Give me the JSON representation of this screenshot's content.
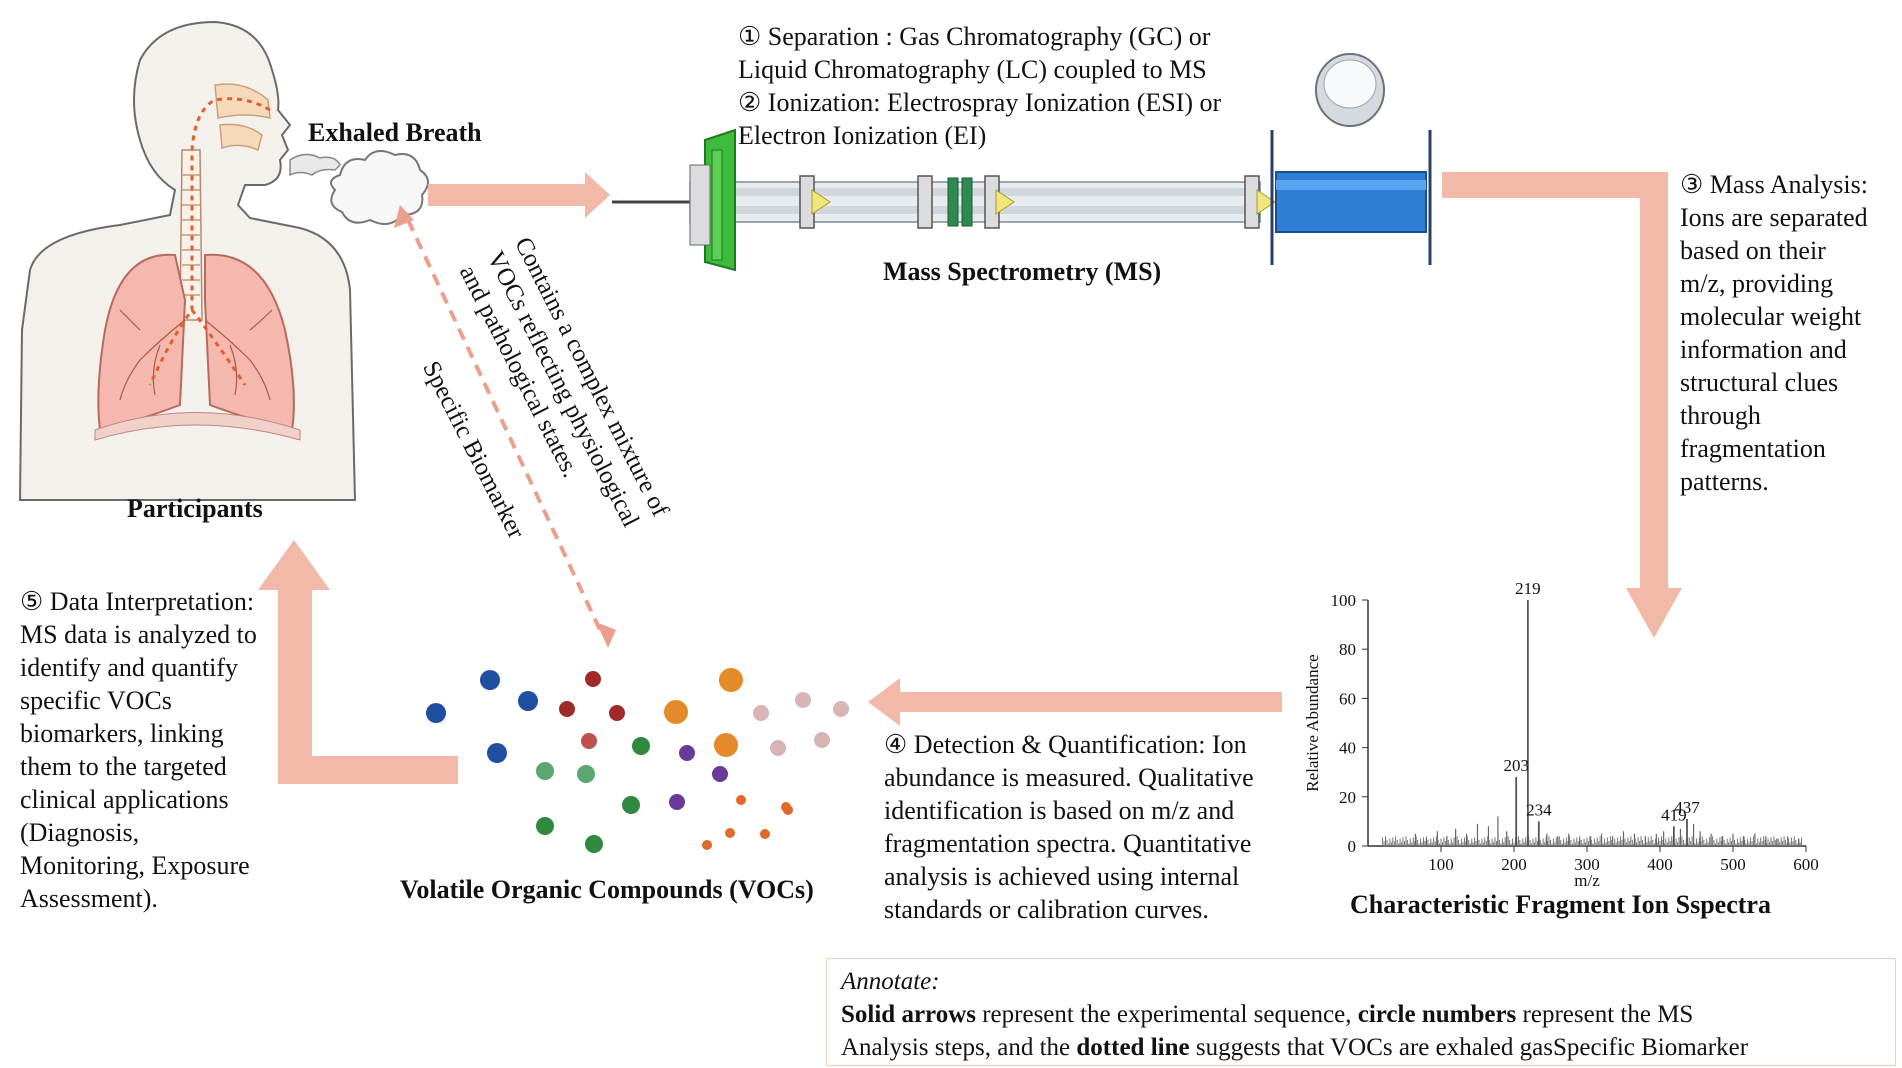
{
  "participants": {
    "label": "Participants"
  },
  "exhaled": {
    "label": "Exhaled Breath"
  },
  "step12": {
    "lines": [
      "① Separation : Gas Chromatography (GC) or",
      "Liquid Chromatography (LC) coupled to MS",
      "② Ionization:  Electrospray Ionization (ESI) or",
      "Electron Ionization (EI)"
    ]
  },
  "ms": {
    "label": "Mass Spectrometry (MS)"
  },
  "step3": {
    "lines": [
      "③ Mass Analysis:",
      "Ions are separated",
      "based on their",
      "m/z, providing",
      "molecular weight",
      "information and",
      "structural clues",
      "through",
      "fragmentation",
      "patterns."
    ]
  },
  "vocs_note": {
    "lines": [
      "Contains a complex mixture of",
      "VOCs reflecting physiological",
      "and pathological states."
    ],
    "biomarker": "Specific Biomarker"
  },
  "step4": {
    "lines": [
      "④ Detection & Quantification: Ion",
      "abundance is measured. Qualitative",
      "identification is based on m/z and",
      "fragmentation spectra. Quantitative",
      "analysis is achieved using internal",
      "standards or calibration curves."
    ]
  },
  "step5": {
    "lines": [
      "⑤ Data Interpretation:",
      "MS data is analyzed to",
      "identify and quantify",
      "specific VOCs",
      "biomarkers, linking",
      "them to the targeted",
      "clinical applications",
      "(Diagnosis,",
      "Monitoring, Exposure",
      "Assessment)."
    ]
  },
  "vocs": {
    "label": "Volatile Organic Compounds (VOCs)"
  },
  "spectrum_title": "Characteristic Fragment Ion Sspectra",
  "annotate": {
    "heading": "Annotate:",
    "line1_b1": "Solid arrows",
    "line1_t1": " represent the experimental sequence, ",
    "line1_b2": "circle numbers",
    "line1_t2": " represent the MS",
    "line2_t1": "Analysis steps, and the ",
    "line2_b1": "dotted line",
    "line2_t2": " suggests that VOCs are exhaled gasSpecific Biomarker"
  },
  "colors": {
    "arrow": "#f2b8a8",
    "arrow_dashed": "#eba08e",
    "lung": "#e89488",
    "skin": "#f3f0ec",
    "ms_blue": "#2f7fd6",
    "ms_green": "#3dbb3a"
  },
  "chart_data": {
    "type": "bar",
    "xlabel": "m/z",
    "ylabel": "Relative Abundance",
    "xlim": [
      0,
      600
    ],
    "ylim": [
      0,
      100
    ],
    "xticks": [
      100,
      200,
      300,
      400,
      500,
      600
    ],
    "yticks": [
      0,
      20,
      40,
      60,
      80,
      100
    ],
    "peaks": [
      {
        "mz": 219,
        "value": 100,
        "label": "219"
      },
      {
        "mz": 203,
        "value": 28,
        "label": "203"
      },
      {
        "mz": 234,
        "value": 10,
        "label": "234"
      },
      {
        "mz": 419,
        "value": 8,
        "label": "419"
      },
      {
        "mz": 437,
        "value": 11,
        "label": "437"
      }
    ],
    "minor_peaks": [
      {
        "mz": 65,
        "value": 5
      },
      {
        "mz": 80,
        "value": 3
      },
      {
        "mz": 95,
        "value": 6
      },
      {
        "mz": 108,
        "value": 4
      },
      {
        "mz": 120,
        "value": 7
      },
      {
        "mz": 135,
        "value": 5
      },
      {
        "mz": 150,
        "value": 9
      },
      {
        "mz": 165,
        "value": 8
      },
      {
        "mz": 178,
        "value": 12
      },
      {
        "mz": 190,
        "value": 6
      },
      {
        "mz": 245,
        "value": 5
      },
      {
        "mz": 260,
        "value": 4
      },
      {
        "mz": 275,
        "value": 5
      },
      {
        "mz": 290,
        "value": 3
      },
      {
        "mz": 305,
        "value": 4
      },
      {
        "mz": 320,
        "value": 5
      },
      {
        "mz": 335,
        "value": 4
      },
      {
        "mz": 350,
        "value": 6
      },
      {
        "mz": 365,
        "value": 5
      },
      {
        "mz": 380,
        "value": 4
      },
      {
        "mz": 395,
        "value": 5
      },
      {
        "mz": 405,
        "value": 6
      },
      {
        "mz": 428,
        "value": 7
      },
      {
        "mz": 446,
        "value": 9
      },
      {
        "mz": 455,
        "value": 6
      },
      {
        "mz": 470,
        "value": 5
      },
      {
        "mz": 485,
        "value": 4
      },
      {
        "mz": 500,
        "value": 5
      },
      {
        "mz": 515,
        "value": 4
      },
      {
        "mz": 530,
        "value": 5
      },
      {
        "mz": 545,
        "value": 4
      },
      {
        "mz": 560,
        "value": 3
      },
      {
        "mz": 575,
        "value": 4
      },
      {
        "mz": 590,
        "value": 3
      }
    ]
  },
  "voc_dots": [
    {
      "color": "#1f4fa0"
    },
    {
      "color": "#1f4fa0"
    },
    {
      "color": "#1f4fa0"
    },
    {
      "color": "#1f4fa0"
    },
    {
      "color": "#a02a2a"
    },
    {
      "color": "#a02a2a"
    },
    {
      "color": "#a02a2a"
    },
    {
      "color": "#c05050"
    },
    {
      "color": "#e58a2a"
    },
    {
      "color": "#e58a2a"
    },
    {
      "color": "#e58a2a"
    },
    {
      "color": "#2f8a40"
    },
    {
      "color": "#5aa870"
    },
    {
      "color": "#5aa870"
    },
    {
      "color": "#2f8a40"
    },
    {
      "color": "#2f8a40"
    },
    {
      "color": "#2f8a40"
    },
    {
      "color": "#6a3a9a"
    },
    {
      "color": "#6a3a9a"
    },
    {
      "color": "#6a3a9a"
    },
    {
      "color": "#d8b4b4"
    },
    {
      "color": "#d8b4b4"
    },
    {
      "color": "#d8b4b4"
    },
    {
      "color": "#d8b4b4"
    },
    {
      "color": "#d8b4b4"
    },
    {
      "color": "#e06a2a"
    },
    {
      "color": "#e06a2a"
    },
    {
      "color": "#e06a2a"
    },
    {
      "color": "#e06a2a"
    },
    {
      "color": "#e06a2a"
    },
    {
      "color": "#e06a2a"
    }
  ]
}
